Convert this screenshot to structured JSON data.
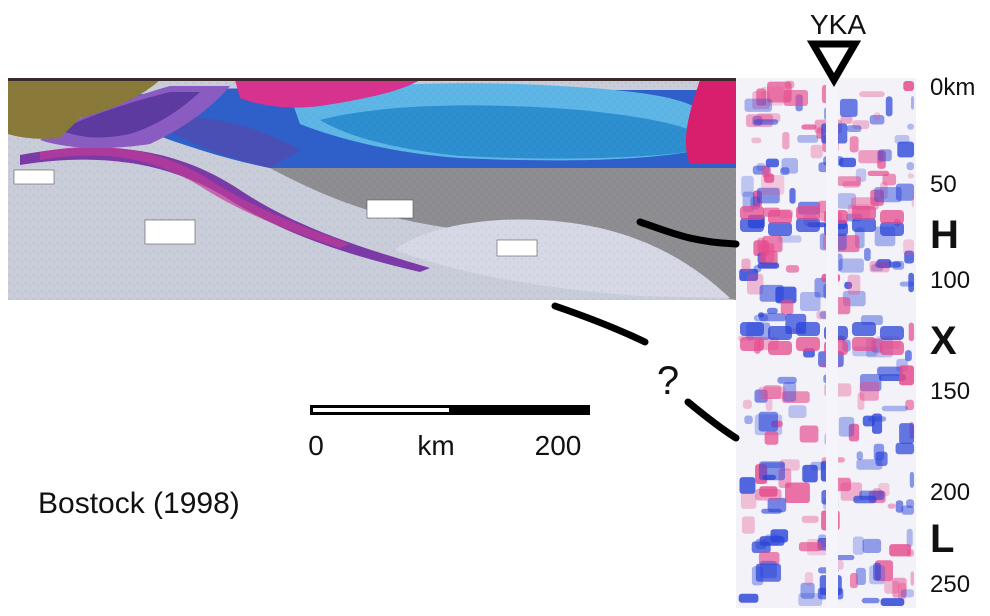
{
  "station": {
    "label": "YKA"
  },
  "depth_axis": {
    "ticks": [
      "0km",
      "50",
      "100",
      "150",
      "200",
      "250"
    ]
  },
  "discontinuities": {
    "h": "H",
    "x": "X",
    "l": "L"
  },
  "unknown_mark": "?",
  "scale_bar": {
    "start": "0",
    "unit": "km",
    "end": "200"
  },
  "citation": "Bostock (1998)",
  "colors": {
    "purple": "#7a4fb0",
    "magenta": "#d81f7e",
    "blue": "#2f6fd6",
    "light_blue": "#59b8e8",
    "dark_gray": "#8c8c8c",
    "light_gray": "#c7c9d6",
    "pale": "#d8dbe8",
    "seismic_blue": "#2a44d8",
    "seismic_red": "#e64a8c"
  }
}
